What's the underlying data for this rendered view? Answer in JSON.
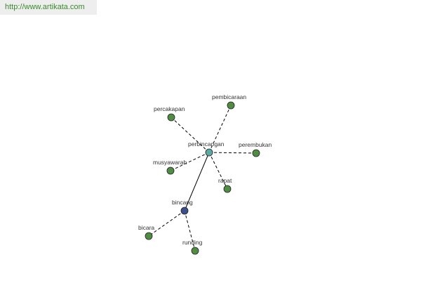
{
  "source": {
    "url_text": "http://www.artikata.com",
    "text_color": "#3a8a2e",
    "background": "#eeeeee"
  },
  "colors": {
    "central_node": "#5aa8a0",
    "secondary_node": "#3b4f8c",
    "leaf_node": "#4e8d42",
    "node_stroke": "#222222",
    "edge": "#000000"
  },
  "nodes": [
    {
      "id": "perbincangan",
      "label": "perbincangan",
      "kind": "central"
    },
    {
      "id": "bincang",
      "label": "bincang",
      "kind": "secondary"
    },
    {
      "id": "pembicaraan",
      "label": "pembicaraan",
      "kind": "leaf"
    },
    {
      "id": "percakapan",
      "label": "percakapan",
      "kind": "leaf"
    },
    {
      "id": "perembukan",
      "label": "perembukan",
      "kind": "leaf"
    },
    {
      "id": "musyawarah",
      "label": "musyawarah",
      "kind": "leaf"
    },
    {
      "id": "rapat",
      "label": "rapat",
      "kind": "leaf"
    },
    {
      "id": "bicara",
      "label": "bicara",
      "kind": "leaf"
    },
    {
      "id": "runding",
      "label": "runding",
      "kind": "leaf"
    }
  ],
  "edges": [
    {
      "from": "perbincangan",
      "to": "bincang",
      "style": "solid"
    },
    {
      "from": "perbincangan",
      "to": "pembicaraan",
      "style": "dashed"
    },
    {
      "from": "perbincangan",
      "to": "percakapan",
      "style": "dashed"
    },
    {
      "from": "perbincangan",
      "to": "perembukan",
      "style": "dashed"
    },
    {
      "from": "perbincangan",
      "to": "musyawarah",
      "style": "dashed"
    },
    {
      "from": "perbincangan",
      "to": "rapat",
      "style": "dashed"
    },
    {
      "from": "bincang",
      "to": "bicara",
      "style": "dashed"
    },
    {
      "from": "bincang",
      "to": "runding",
      "style": "dashed"
    }
  ]
}
